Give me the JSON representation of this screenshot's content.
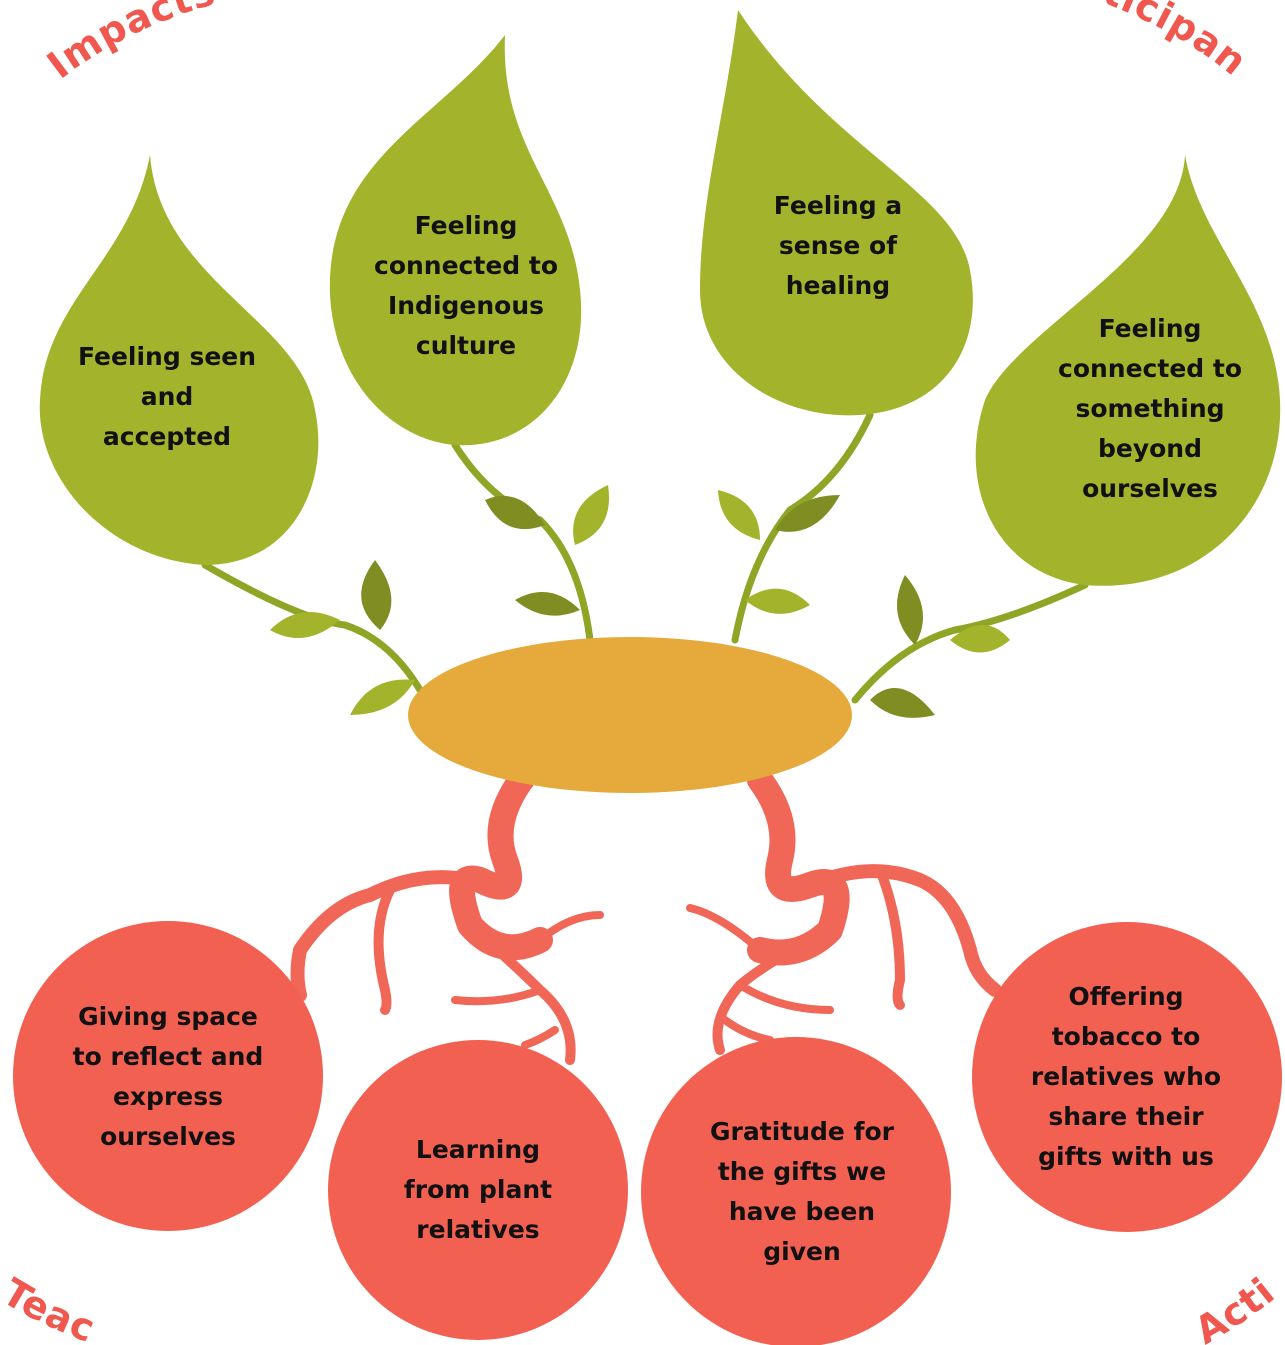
{
  "colors": {
    "leaf": "#a3b42c",
    "leaf_dark": "#7f8d22",
    "stem": "#8fa526",
    "roots": "#f06757",
    "circle": "#f26052",
    "center_ellipse": "#e6aa3c",
    "curved_text": "#f0584f",
    "label_text": "#111111"
  },
  "curved_text": {
    "top_left": "Impacts",
    "top_right": "Participants",
    "bottom_left": "Teaching",
    "bottom_right": "Actions"
  },
  "impacts": [
    {
      "id": "seen",
      "text": "Feeling seen\nand\naccepted",
      "icon": "leaf-icon"
    },
    {
      "id": "indigenous",
      "text": "Feeling\nconnected to\nIndigenous\nculture",
      "icon": "leaf-icon"
    },
    {
      "id": "healing",
      "text": "Feeling a\nsense of\nhealing",
      "icon": "leaf-icon"
    },
    {
      "id": "beyond",
      "text": "Feeling\nconnected to\nsomething\nbeyond\nourselves",
      "icon": "leaf-icon"
    }
  ],
  "teachings": [
    {
      "id": "reflect",
      "text": "Giving space\nto reflect and\nexpress\nourselves"
    },
    {
      "id": "plants",
      "text": "Learning\nfrom plant\nrelatives"
    },
    {
      "id": "gratitude",
      "text": "Gratitude for\nthe gifts we\nhave been\ngiven"
    },
    {
      "id": "tobacco",
      "text": "Offering\ntobacco to\nrelatives who\nshare their\ngifts with us"
    }
  ]
}
